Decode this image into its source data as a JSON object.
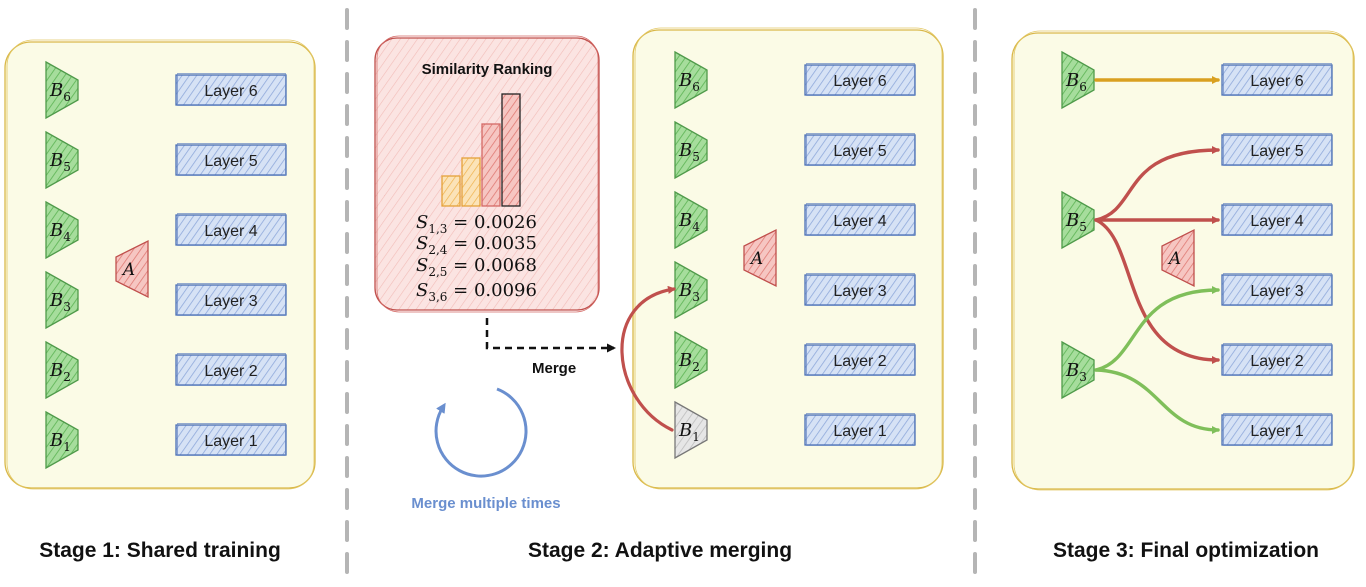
{
  "stages": [
    {
      "caption": "Stage 1: Shared training"
    },
    {
      "caption": "Stage 2: Adaptive merging"
    },
    {
      "caption": "Stage 3: Final optimization"
    }
  ],
  "layers": [
    "Layer 6",
    "Layer 5",
    "Layer 4",
    "Layer 3",
    "Layer 2",
    "Layer 1"
  ],
  "b_labels": [
    {
      "base": "B",
      "sub": "6"
    },
    {
      "base": "B",
      "sub": "5"
    },
    {
      "base": "B",
      "sub": "4"
    },
    {
      "base": "B",
      "sub": "3"
    },
    {
      "base": "B",
      "sub": "2"
    },
    {
      "base": "B",
      "sub": "1"
    }
  ],
  "a_label": "A",
  "similarity": {
    "title": "Similarity Ranking",
    "scores": [
      {
        "base": "S",
        "sub": "1,3",
        "value": " = 0.0026"
      },
      {
        "base": "S",
        "sub": "2,4",
        "value": " = 0.0035"
      },
      {
        "base": "S",
        "sub": "2,5",
        "value": " = 0.0068"
      },
      {
        "base": "S",
        "sub": "3,6",
        "value": " = 0.0096"
      }
    ]
  },
  "merge_label": "Merge",
  "cycle_label": "Merge multiple times",
  "colors": {
    "panel_fill": "#fbfbe6",
    "panel_stroke": "#d9b84a",
    "green": "#7fc97a",
    "green_stroke": "#4f9a4a",
    "blue": "#b8c9e8",
    "blue_stroke": "#4a6fb5",
    "red": "#f2b0ab",
    "red_stroke": "#c0504d",
    "orange": "#f0b14a",
    "cycle": "#6a8fcf",
    "divider": "#b5b5b5"
  }
}
